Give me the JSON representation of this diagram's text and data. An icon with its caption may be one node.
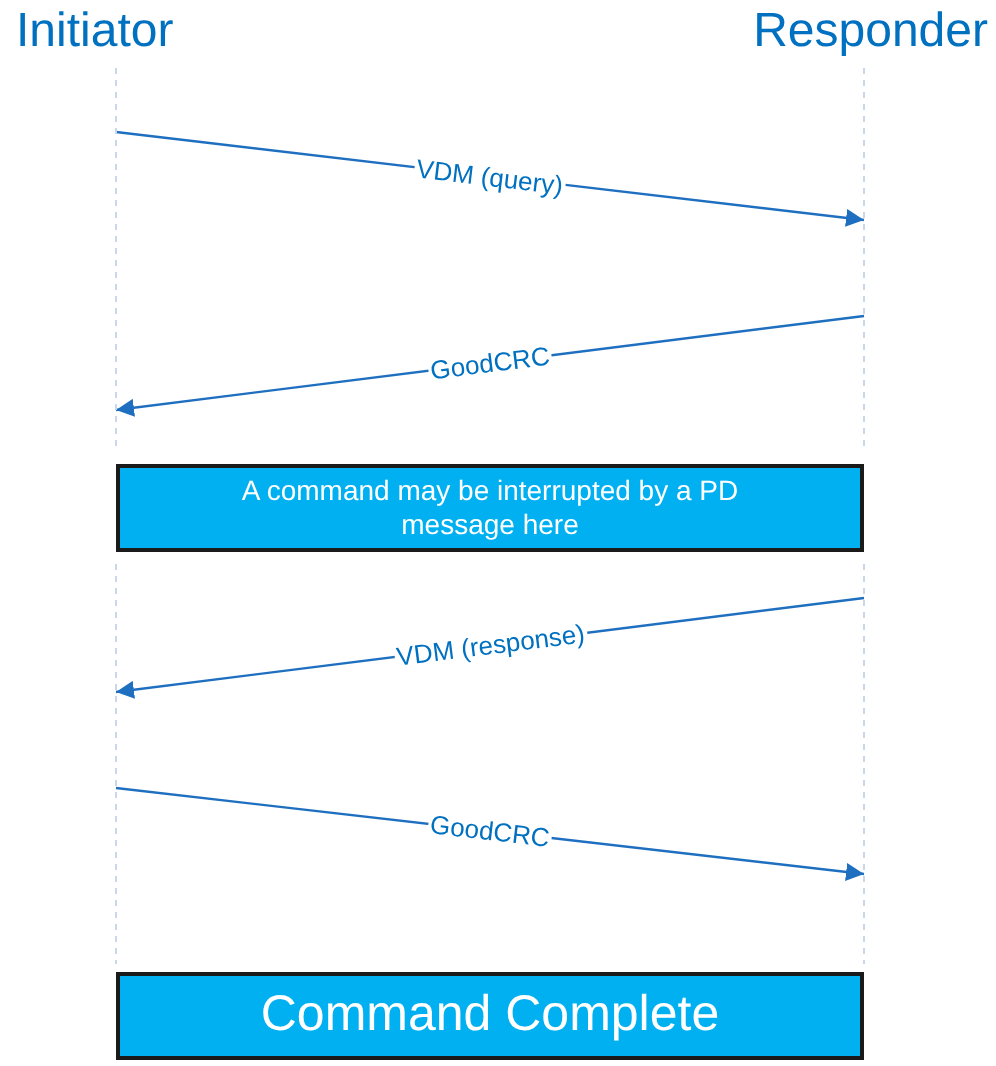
{
  "diagram": {
    "nodes": [
      {
        "text": [
          "Initiator"
        ]
      },
      {
        "text": [
          "Responder"
        ]
      },
      {
        "text": [
          "A command may be interrupted by a PD message here"
        ]
      },
      {
        "text": [
          "Command Complete"
        ]
      }
    ],
    "edges": [
      {
        "from": 0,
        "to": 1,
        "arrow": "to",
        "label": "VDM (query)"
      },
      {
        "from": 1,
        "to": 0,
        "arrow": "to",
        "label": "GoodCRC"
      },
      {
        "from": 1,
        "to": 0,
        "arrow": "to",
        "label": "VDM (response)"
      },
      {
        "from": 0,
        "to": 1,
        "arrow": "to",
        "label": "GoodCRC"
      }
    ]
  }
}
